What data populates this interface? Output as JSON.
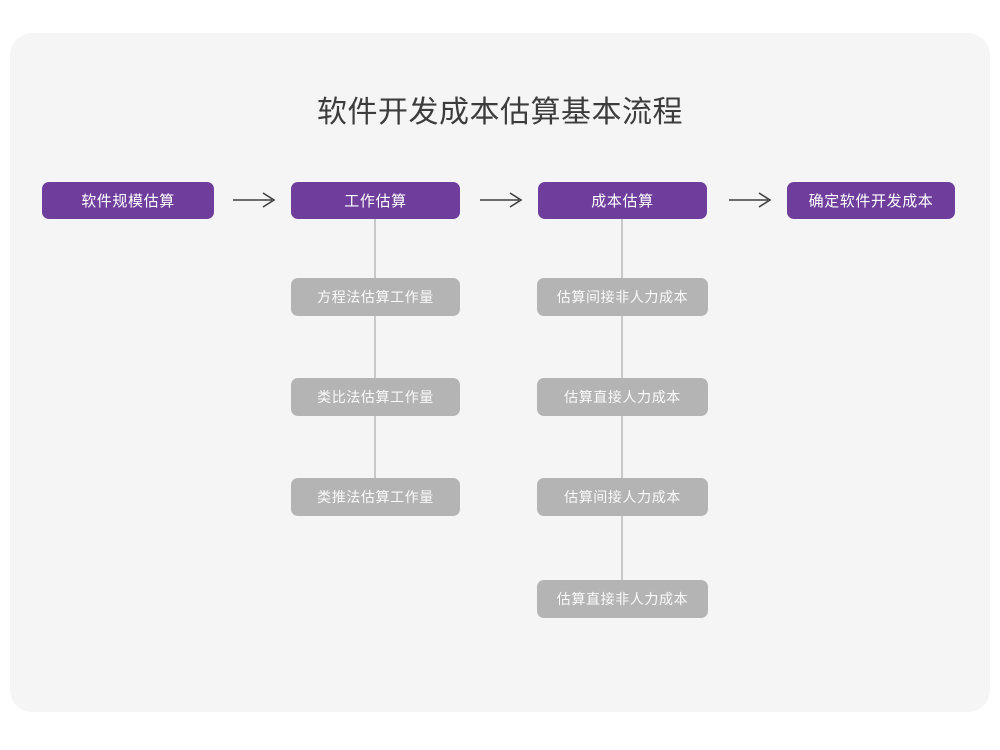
{
  "page": {
    "background_color": "#ffffff",
    "card_color": "#f5f5f5"
  },
  "diagram": {
    "title": "软件开发成本估算基本流程",
    "title_color": "#3c3c3c",
    "primary_color": "#6f3e9c",
    "secondary_color": "#b4b4b4",
    "connector_color": "#c9c9c9",
    "arrow_color": "#3f3f3f",
    "type": "flowchart",
    "main_flow": [
      {
        "label": "软件规模估算"
      },
      {
        "label": "工作估算"
      },
      {
        "label": "成本估算"
      },
      {
        "label": "确定软件开发成本"
      }
    ],
    "arrows": [
      {
        "name": "arrow-1",
        "from": "软件规模估算",
        "to": "工作估算",
        "glyph": "→"
      },
      {
        "name": "arrow-2",
        "from": "工作估算",
        "to": "成本估算",
        "glyph": "→"
      },
      {
        "name": "arrow-3",
        "from": "成本估算",
        "to": "确定软件开发成本",
        "glyph": "→"
      }
    ],
    "branches": [
      {
        "parent": "工作估算",
        "items": [
          {
            "label": "方程法估算工作量"
          },
          {
            "label": "类比法估算工作量"
          },
          {
            "label": "类推法估算工作量"
          }
        ]
      },
      {
        "parent": "成本估算",
        "items": [
          {
            "label": "估算间接非人力成本"
          },
          {
            "label": "估算直接人力成本"
          },
          {
            "label": "估算间接人力成本"
          },
          {
            "label": "估算直接非人力成本"
          }
        ]
      }
    ]
  }
}
